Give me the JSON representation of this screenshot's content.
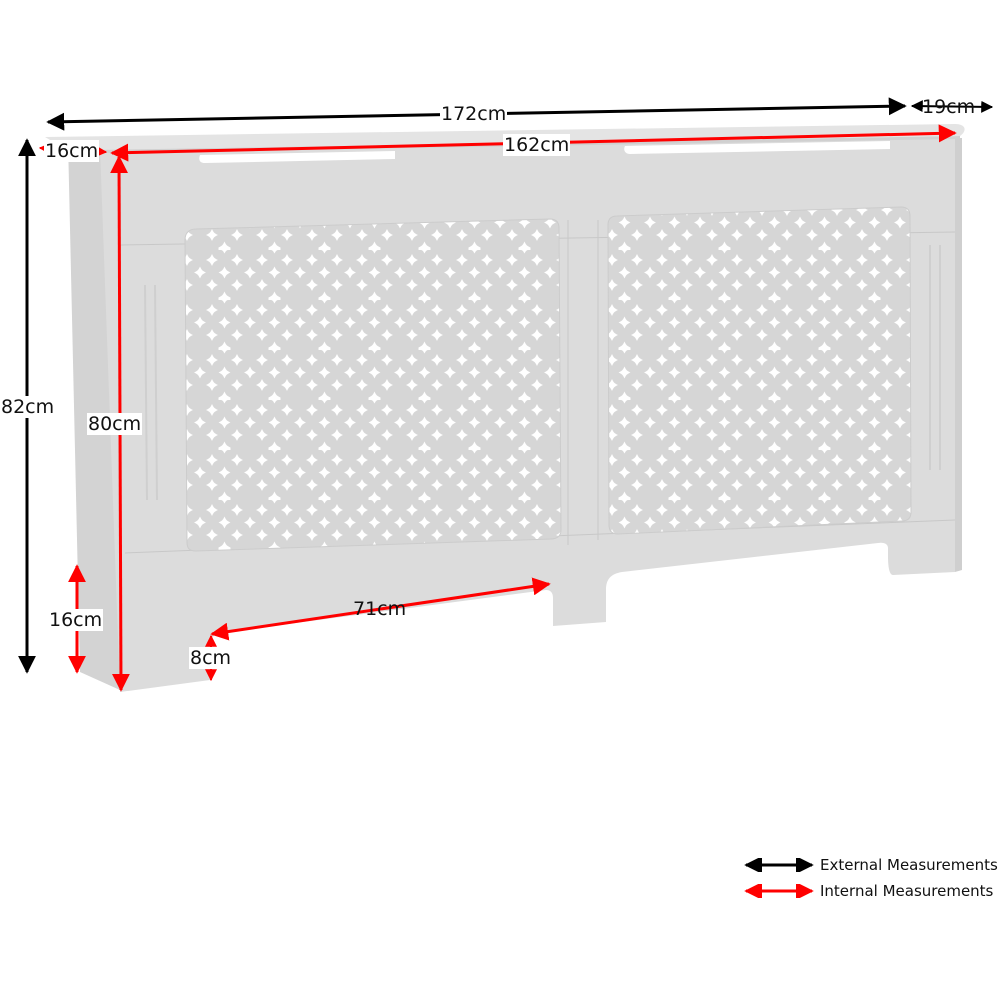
{
  "diagram": {
    "subject": "Radiator cover cabinet with cross-pattern lattice grilles",
    "colors": {
      "external_arrow": "#000000",
      "internal_arrow": "#ff0000",
      "cabinet_fill": "#dcdcdc",
      "cabinet_shade": "#cfcfcf",
      "background": "#ffffff"
    },
    "dimensions": {
      "external": [
        {
          "id": "overall_width",
          "label": "172cm"
        },
        {
          "id": "depth",
          "label": "19cm"
        },
        {
          "id": "overall_height",
          "label": "82cm"
        }
      ],
      "internal": [
        {
          "id": "internal_width",
          "label": "162cm"
        },
        {
          "id": "side_depth",
          "label": "16cm"
        },
        {
          "id": "internal_height",
          "label": "80cm"
        },
        {
          "id": "leg_height",
          "label": "16cm"
        },
        {
          "id": "cutout_width",
          "label": "71cm"
        },
        {
          "id": "cutout_height",
          "label": "8cm"
        }
      ]
    },
    "legend": [
      {
        "label": "External Measurements",
        "color": "#000000"
      },
      {
        "label": "Internal Measurements",
        "color": "#ff0000"
      }
    ]
  }
}
